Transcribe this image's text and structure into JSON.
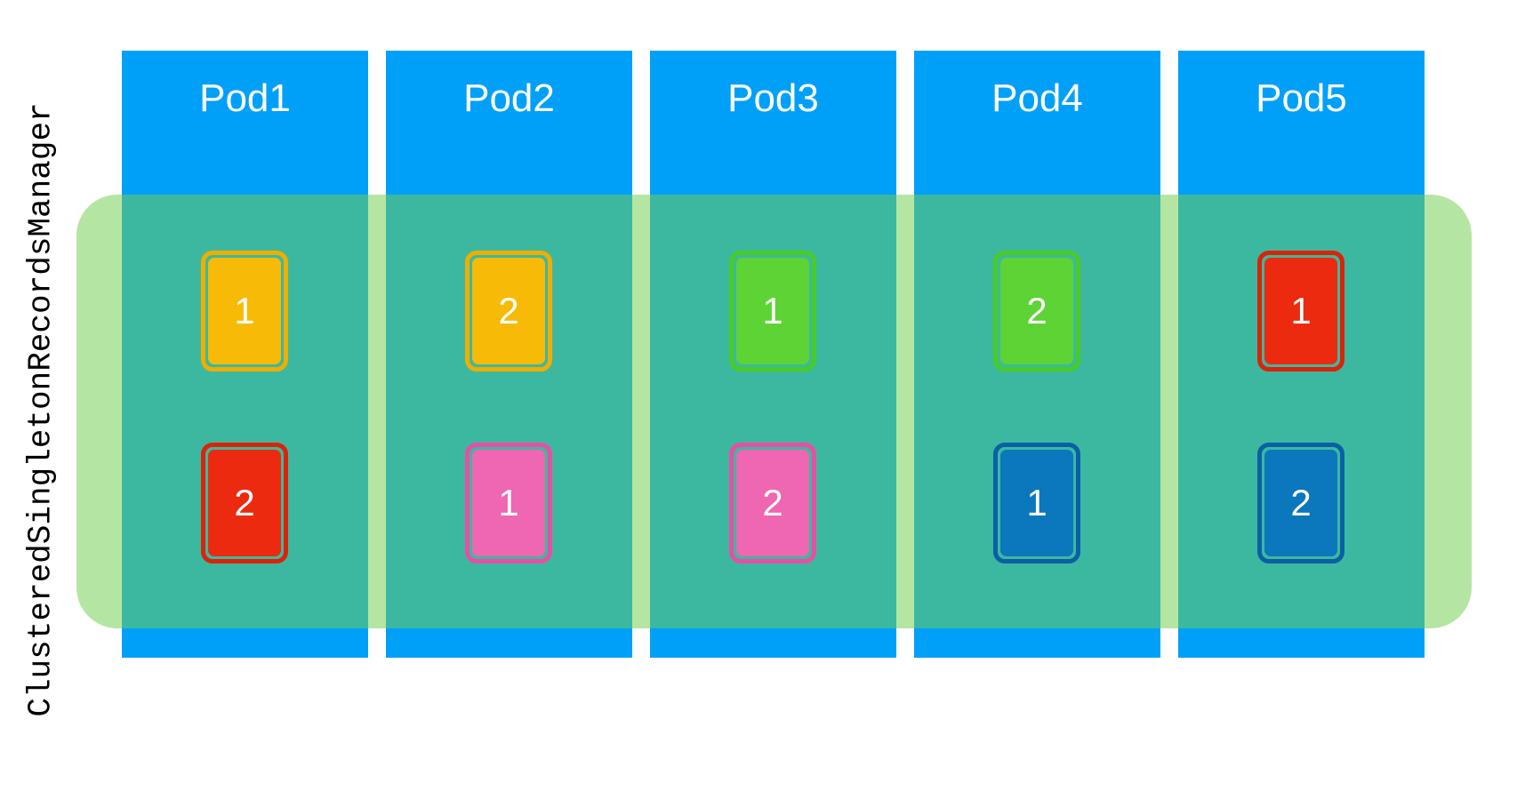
{
  "diagram_label": "ClusteredSingletonRecordsManager",
  "pods": [
    {
      "name": "Pod1",
      "cards": [
        {
          "number": "1",
          "color": "amber"
        },
        {
          "number": "2",
          "color": "red"
        }
      ]
    },
    {
      "name": "Pod2",
      "cards": [
        {
          "number": "2",
          "color": "amber"
        },
        {
          "number": "1",
          "color": "pink"
        }
      ]
    },
    {
      "name": "Pod3",
      "cards": [
        {
          "number": "1",
          "color": "green"
        },
        {
          "number": "2",
          "color": "pink"
        }
      ]
    },
    {
      "name": "Pod4",
      "cards": [
        {
          "number": "2",
          "color": "green"
        },
        {
          "number": "1",
          "color": "darkblue"
        }
      ]
    },
    {
      "name": "Pod5",
      "cards": [
        {
          "number": "1",
          "color": "red"
        },
        {
          "number": "2",
          "color": "darkblue"
        }
      ]
    }
  ],
  "palette": {
    "pod_blue": "#00A0F8",
    "band_green": "rgba(116,206,82,0.53)",
    "amber": {
      "border": "#EFAE00",
      "fill": "#F7BA07"
    },
    "red": {
      "border": "#DB2309",
      "fill": "#EC2A10"
    },
    "green": {
      "border": "#49CB28",
      "fill": "#5DD336"
    },
    "pink": {
      "border": "#E74FA4",
      "fill": "#EF66B2"
    },
    "darkblue": {
      "border": "#0A60A4",
      "fill": "#0B77BD"
    },
    "text_on_color": "#FFFFFF",
    "label_text": "#000000"
  }
}
